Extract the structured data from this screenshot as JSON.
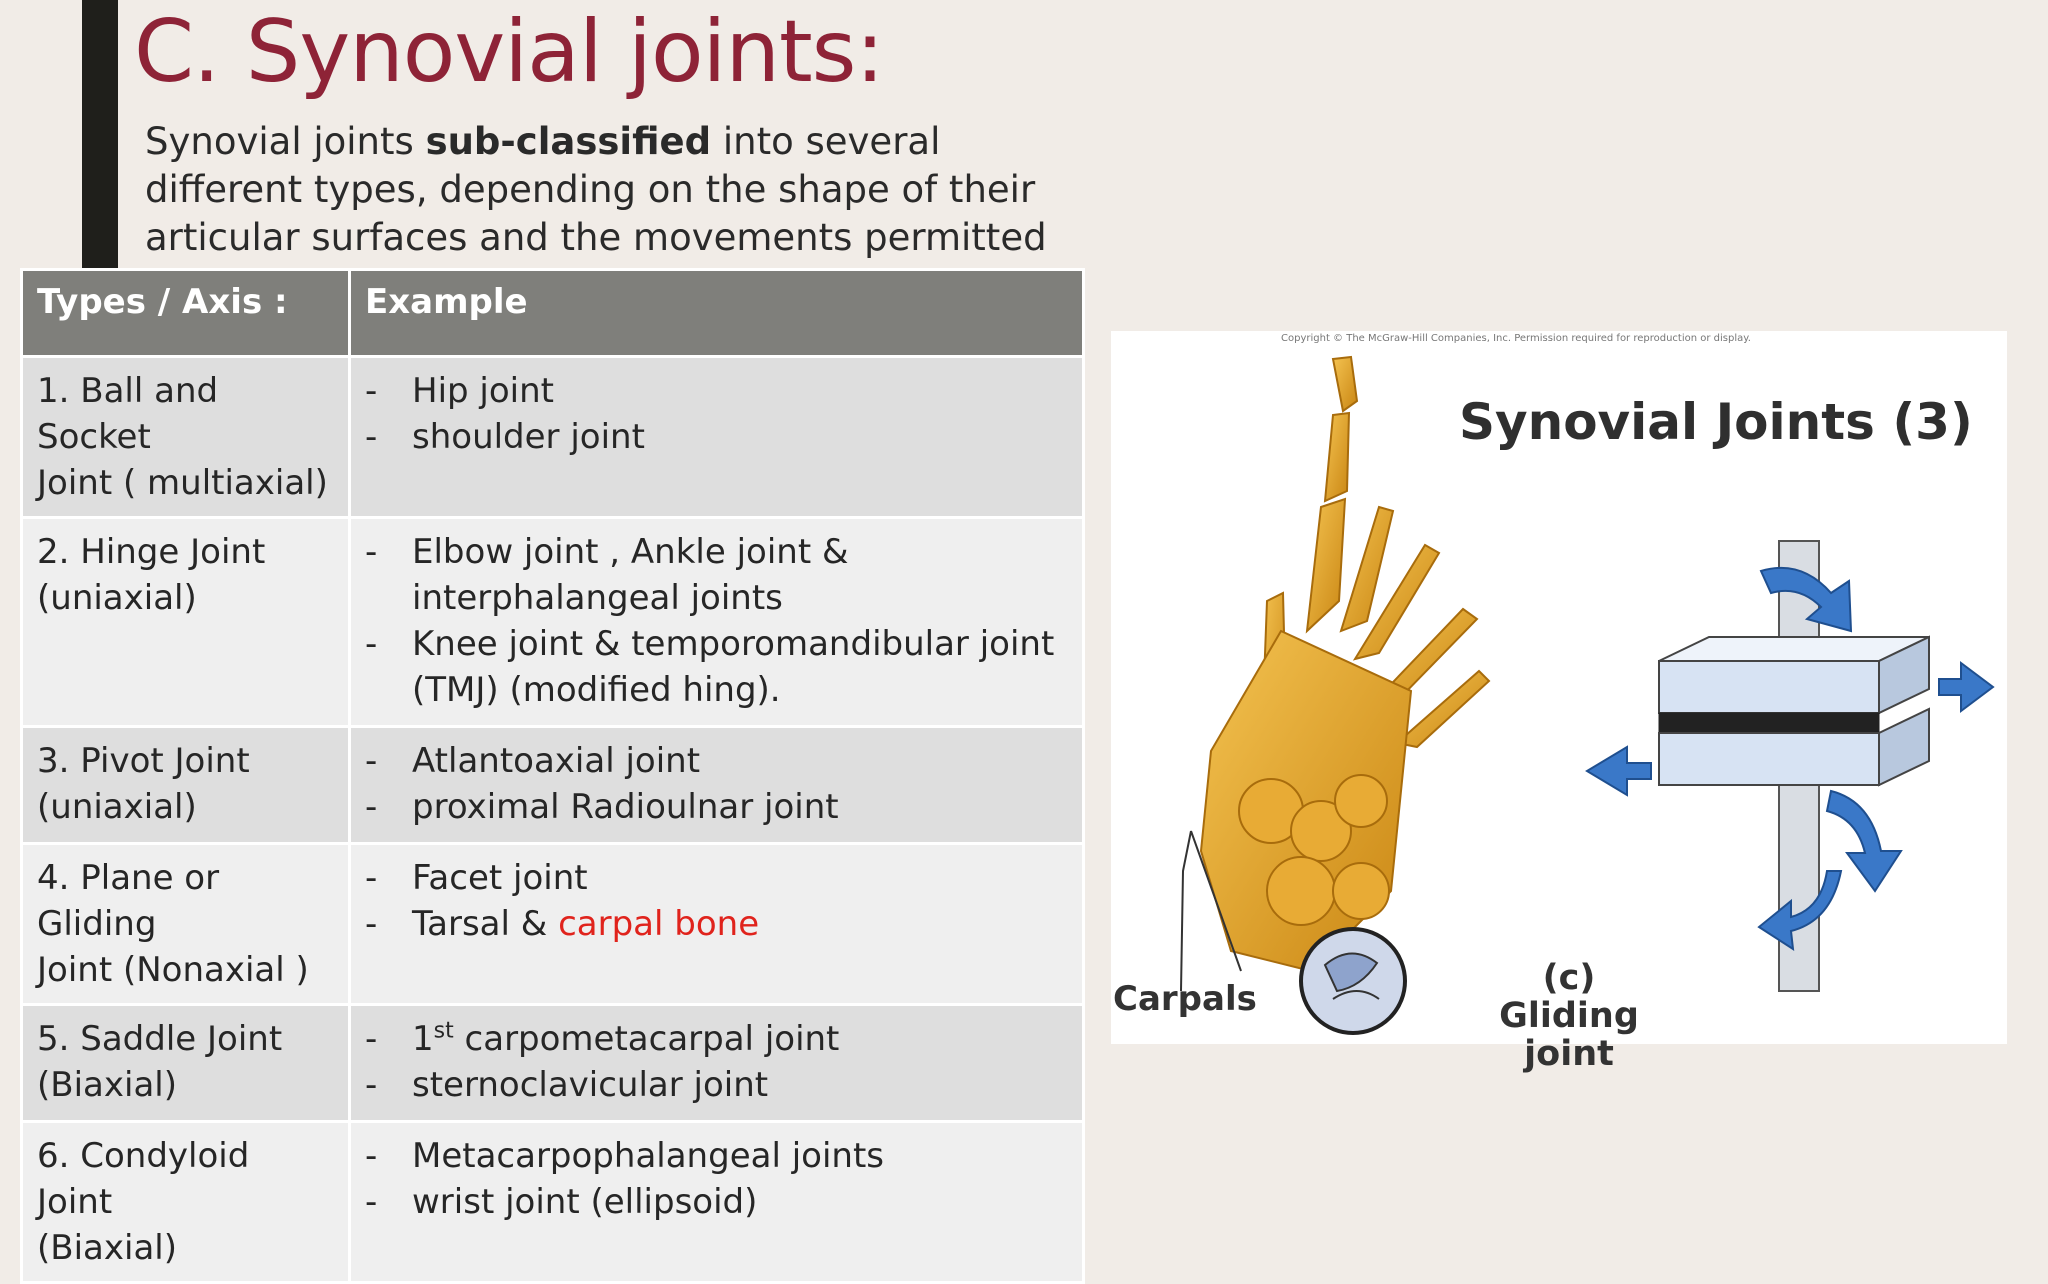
{
  "slide": {
    "title": "C. Synovial joints:",
    "intro": {
      "before": "Synovial joints ",
      "bold": "sub-classified",
      "after": " into several different types, depending on the shape of their articular surfaces and the movements permitted :"
    }
  },
  "table": {
    "headers": [
      "Types / Axis :",
      "Example"
    ],
    "rows": [
      {
        "type_lines": [
          "1. Ball and Socket",
          "Joint ( multiaxial)"
        ],
        "examples": [
          {
            "dash": "-",
            "text": "Hip joint"
          },
          {
            "dash": "-",
            "text": "shoulder joint"
          }
        ]
      },
      {
        "type_lines": [
          "2. Hinge Joint",
          "(uniaxial)"
        ],
        "examples": [
          {
            "dash": "-",
            "text": "Elbow joint , Ankle joint & interphalangeal joints"
          },
          {
            "dash": "-",
            "text": "Knee joint & temporomandibular joint (TMJ)  (modified hing)."
          }
        ]
      },
      {
        "type_lines": [
          "3. Pivot Joint",
          "(uniaxial)"
        ],
        "examples": [
          {
            "dash": "-",
            "text": "Atlantoaxial joint"
          },
          {
            "dash": "-",
            "text": "proximal Radioulnar joint"
          }
        ]
      },
      {
        "type_lines": [
          "4. Plane or Gliding",
          "Joint (Nonaxial )"
        ],
        "examples": [
          {
            "dash": "-",
            "text": "Facet joint"
          },
          {
            "dash": "-",
            "text": "Tarsal & ",
            "highlight": "carpal bone"
          }
        ]
      },
      {
        "type_lines": [
          "5. Saddle Joint",
          "(Biaxial)"
        ],
        "examples": [
          {
            "dash": "-",
            "prefix": "1",
            "sup": "st",
            "text": " carpometacarpal joint"
          },
          {
            "dash": "-",
            "text": "sternoclavicular joint"
          }
        ]
      },
      {
        "type_lines": [
          "6. Condyloid Joint",
          "(Biaxial)"
        ],
        "examples": [
          {
            "dash": "-",
            "text": "Metacarpophalangeal joints"
          },
          {
            "dash": "-",
            "text": "wrist joint (ellipsoid)"
          }
        ]
      }
    ]
  },
  "figure": {
    "copyright": "Copyright © The McGraw-Hill Companies, Inc. Permission required for reproduction or display.",
    "title": "Synovial Joints (3)",
    "label_carpals": "Carpals",
    "label_gliding_1": "(c) Gliding",
    "label_gliding_2": "joint"
  },
  "colors": {
    "title": "#8e2337",
    "highlight_red": "#e0231c",
    "header_bg": "#7f7f7b",
    "bone": "#e3a42a",
    "arrow": "#3a78c8"
  }
}
